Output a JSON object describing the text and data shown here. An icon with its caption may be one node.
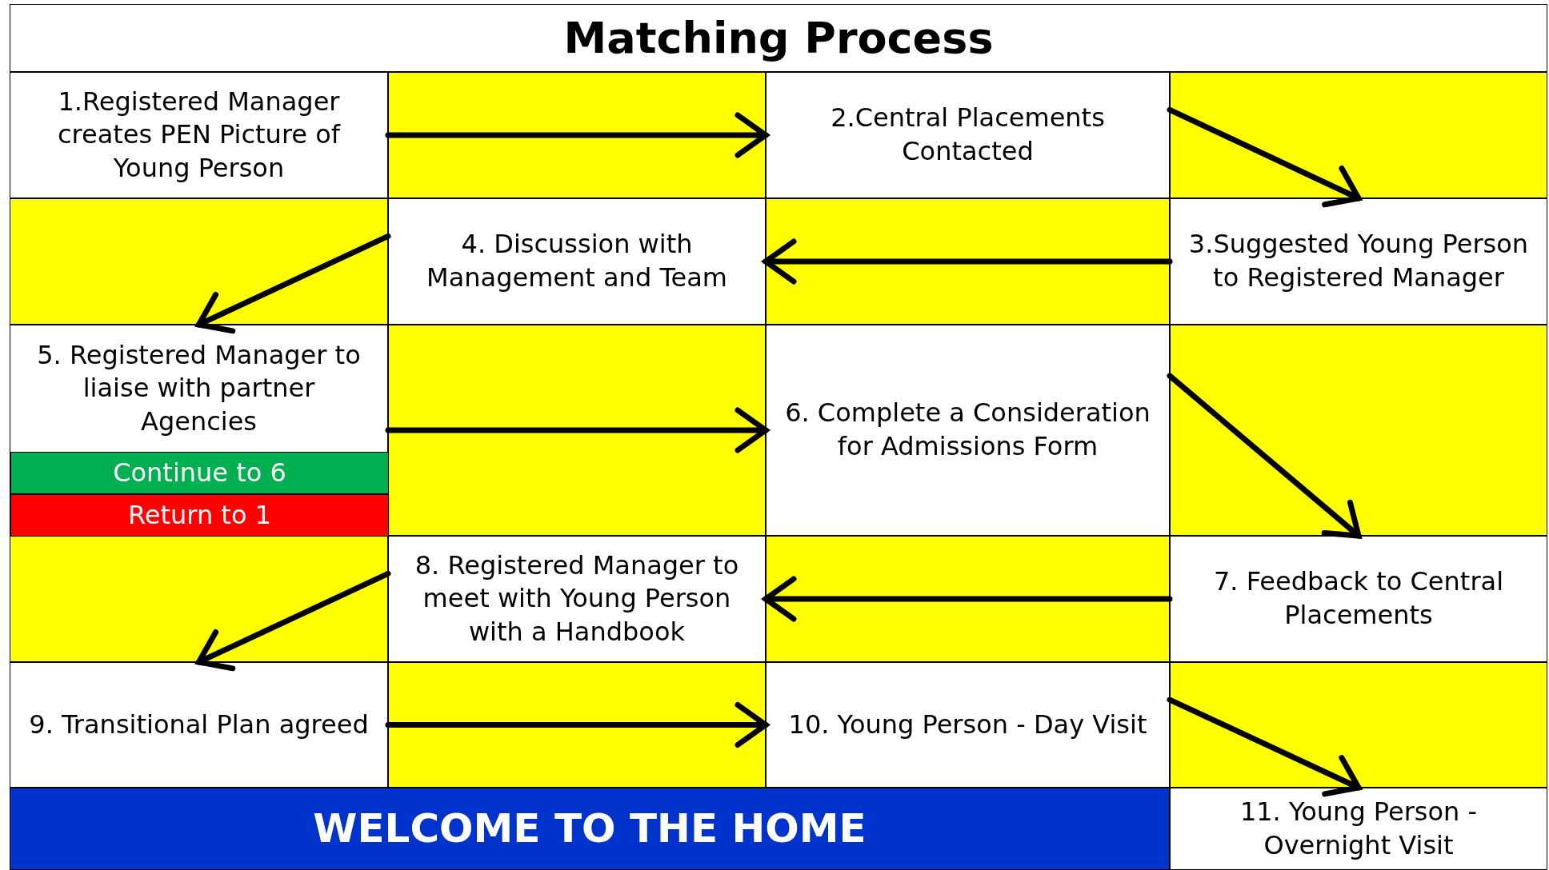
{
  "diagram": {
    "title": "Matching Process",
    "nodes": [
      {
        "text": [
          "1.Registered Manager creates PEN Picture of Young Person"
        ]
      },
      {
        "text": [
          "2.Central Placements Contacted"
        ]
      },
      {
        "text": [
          "3.Suggested Young Person to Registered Manager"
        ]
      },
      {
        "text": [
          "4. Discussion with Management and Team"
        ]
      },
      {
        "text": [
          "5. Registered Manager to liaise with partner Agencies"
        ]
      },
      {
        "text": [
          "Continue to 6"
        ],
        "in": 4
      },
      {
        "text": [
          "Return to 1"
        ],
        "in": 4
      },
      {
        "text": [
          "6. Complete a Consideration for Admissions Form"
        ]
      },
      {
        "text": [
          "7. Feedback to Central Placements"
        ]
      },
      {
        "text": [
          "8. Registered Manager to meet with Young Person with a Handbook"
        ]
      },
      {
        "text": [
          "9. Transitional Plan agreed"
        ]
      },
      {
        "text": [
          "10. Young Person - Day Visit"
        ]
      },
      {
        "text": [
          "11. Young Person - Overnight Visit"
        ]
      },
      {
        "text": [
          "WELCOME TO THE HOME"
        ]
      }
    ],
    "edges": [
      {
        "from": 0,
        "to": 1,
        "arrow": "to"
      },
      {
        "from": 1,
        "to": 2,
        "arrow": "to"
      },
      {
        "from": 2,
        "to": 3,
        "arrow": "to"
      },
      {
        "from": 3,
        "to": 4,
        "arrow": "to"
      },
      {
        "from": 4,
        "to": 7,
        "arrow": "to"
      },
      {
        "from": 7,
        "to": 8,
        "arrow": "to"
      },
      {
        "from": 8,
        "to": 9,
        "arrow": "to"
      },
      {
        "from": 9,
        "to": 10,
        "arrow": "to"
      },
      {
        "from": 10,
        "to": 11,
        "arrow": "to"
      },
      {
        "from": 11,
        "to": 12,
        "arrow": "to"
      }
    ]
  }
}
